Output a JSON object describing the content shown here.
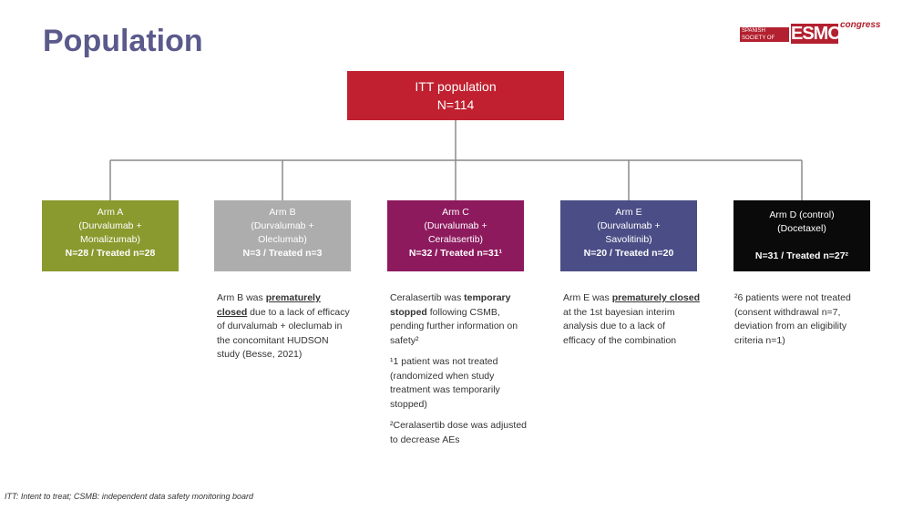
{
  "title": "Population",
  "logo": {
    "left_text": "SPANISH SOCIETY OF MEDICAL ONCOLOGY",
    "brand": "ESMO",
    "suffix": "congress"
  },
  "itt": {
    "line1": "ITT population",
    "line2": "N=114"
  },
  "arms": [
    {
      "l1": "Arm A",
      "l2": "(Durvalumab +",
      "l3": "Monalizumab)",
      "n": "N=28 / Treated n=28",
      "color": "#8a9a2e"
    },
    {
      "l1": "Arm B",
      "l2": "(Durvalumab +",
      "l3": "Oleclumab)",
      "n": "N=3 / Treated n=3",
      "color": "#adadad"
    },
    {
      "l1": "Arm C",
      "l2": "(Durvalumab +",
      "l3": "Ceralasertib)",
      "n": "N=32 / Treated n=31¹",
      "color": "#8e1a5e"
    },
    {
      "l1": "Arm E",
      "l2": "(Durvalumab +",
      "l3": "Savolitinib)",
      "n": "N=20 / Treated n=20",
      "color": "#4b4e86"
    },
    {
      "l1": "Arm D (control)",
      "l2": "(Docetaxel)",
      "l3": "",
      "n": "N=31 / Treated n=27²",
      "color": "#0a0a0a"
    }
  ],
  "notes": {
    "b": {
      "t1": "Arm B was ",
      "t2": "prematurely closed",
      "t3": " due to a lack of efficacy of durvalumab + oleclumab in the concomitant HUDSON study (Besse, 2021)"
    },
    "c": {
      "t1": "Ceralasertib was ",
      "t2": "temporary stopped",
      "t3": " following CSMB, pending further information on safety²",
      "p2": "¹1 patient was not treated (randomized when study treatment was temporarily stopped)",
      "p3": "²Ceralasertib dose was adjusted to decrease AEs"
    },
    "e": {
      "t1": "Arm E was ",
      "t2": "prematurely closed",
      "t3": " at the 1st bayesian interim analysis due to a lack of efficacy of the combination"
    },
    "d": {
      "t1": "²6 patients were not treated (consent withdrawal n=7, deviation from an eligibility criteria n=1)"
    }
  },
  "footnote": "ITT: Intent to treat; CSMB: independent data safety monitoring board"
}
